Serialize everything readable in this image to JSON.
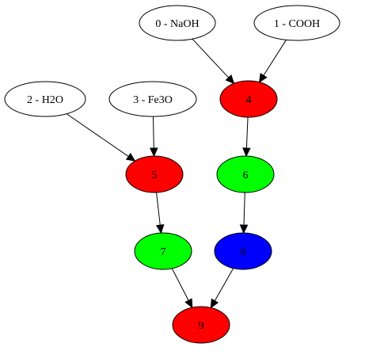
{
  "graph": {
    "nodes": [
      {
        "id": "n0",
        "label": "0 - NaOH",
        "fill": "#ffffff"
      },
      {
        "id": "n1",
        "label": "1 - COOH",
        "fill": "#ffffff"
      },
      {
        "id": "n2",
        "label": "2 - H2O",
        "fill": "#ffffff"
      },
      {
        "id": "n3",
        "label": "3 - Fe3O",
        "fill": "#ffffff"
      },
      {
        "id": "n4",
        "label": "4",
        "fill": "#ff0000"
      },
      {
        "id": "n5",
        "label": "5",
        "fill": "#ff0000"
      },
      {
        "id": "n6",
        "label": "6",
        "fill": "#00ff00"
      },
      {
        "id": "n7",
        "label": "7",
        "fill": "#00ff00"
      },
      {
        "id": "n8",
        "label": "8",
        "fill": "#0000ff"
      },
      {
        "id": "n9",
        "label": "9",
        "fill": "#ff0000"
      }
    ],
    "edges": [
      {
        "from": "n0",
        "to": "n4"
      },
      {
        "from": "n1",
        "to": "n4"
      },
      {
        "from": "n2",
        "to": "n5"
      },
      {
        "from": "n3",
        "to": "n5"
      },
      {
        "from": "n4",
        "to": "n6"
      },
      {
        "from": "n5",
        "to": "n7"
      },
      {
        "from": "n6",
        "to": "n8"
      },
      {
        "from": "n7",
        "to": "n9"
      },
      {
        "from": "n8",
        "to": "n9"
      }
    ]
  }
}
